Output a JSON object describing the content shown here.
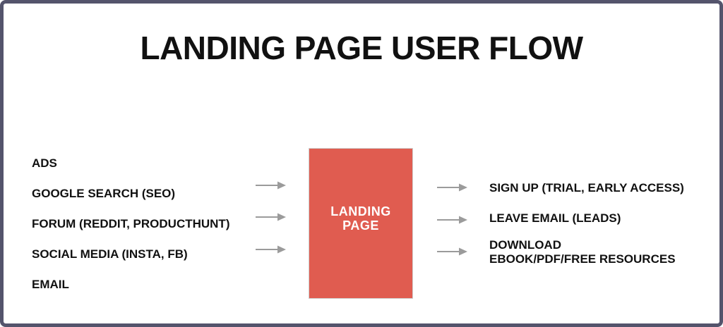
{
  "title": "LANDING PAGE USER FLOW",
  "colors": {
    "frame-border": "#54546C",
    "box-bg": "#E05C50",
    "box-border": "#CFCFCF",
    "box-text": "#FFFFFF",
    "text": "#111111",
    "arrow": "#9B9B9B"
  },
  "sources": [
    "ADS",
    "GOOGLE SEARCH (SEO)",
    "FORUM (REDDIT, PRODUCTHUNT)",
    "SOCIAL MEDIA (INSTA, FB)",
    "EMAIL"
  ],
  "center": {
    "label": "LANDING\nPAGE"
  },
  "outcomes": [
    "SIGN UP (TRIAL, EARLY ACCESS)",
    "LEAVE EMAIL (LEADS)",
    "DOWNLOAD\nEBOOK/PDF/FREE RESOURCES"
  ],
  "icons": {
    "flow_arrow": "arrow-right"
  }
}
